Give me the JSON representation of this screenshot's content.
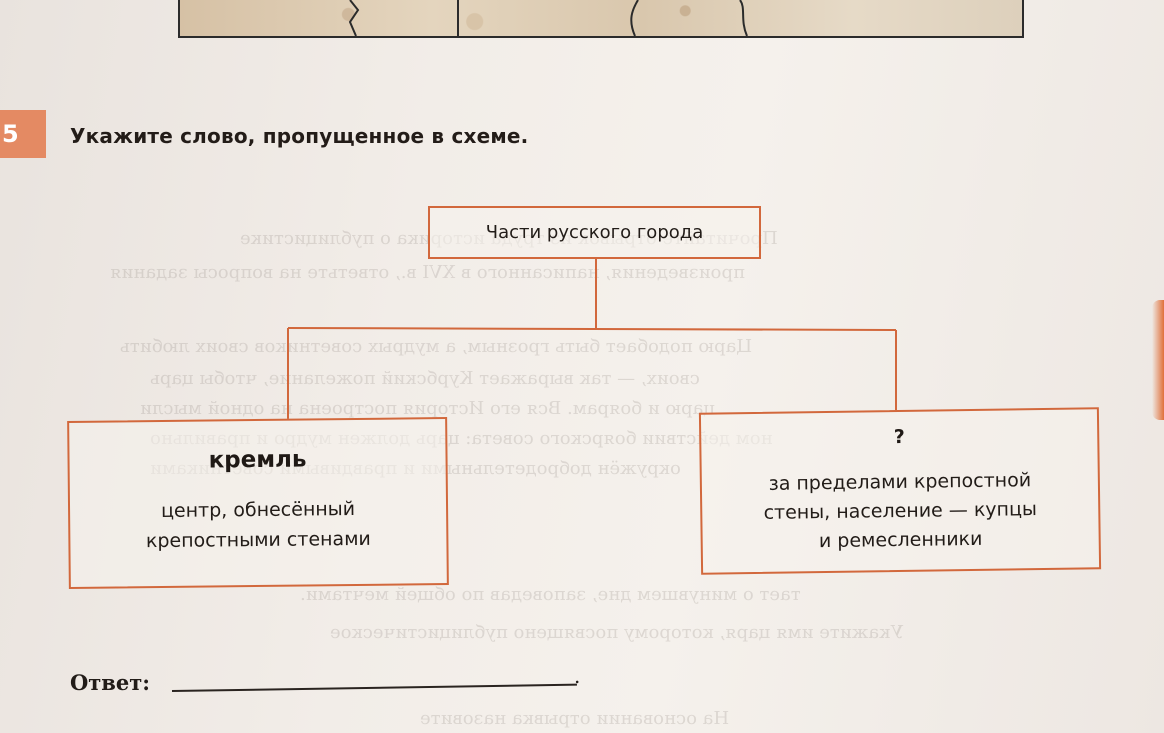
{
  "task": {
    "number": "5",
    "instruction": "Укажите слово, пропущенное в схеме."
  },
  "diagram": {
    "root": "Части русского города",
    "left": {
      "title": "кремль",
      "description_line1": "центр, обнесённый",
      "description_line2": "крепостными стенами"
    },
    "right": {
      "title": "?",
      "description_line1": "за пределами крепостной",
      "description_line2": "стены, население — купцы",
      "description_line3": "и ремесленники"
    }
  },
  "answer": {
    "label": "Ответ:",
    "trailing": "."
  },
  "colors": {
    "box_border": "#d2683c",
    "task_badge": "#e48a63"
  }
}
